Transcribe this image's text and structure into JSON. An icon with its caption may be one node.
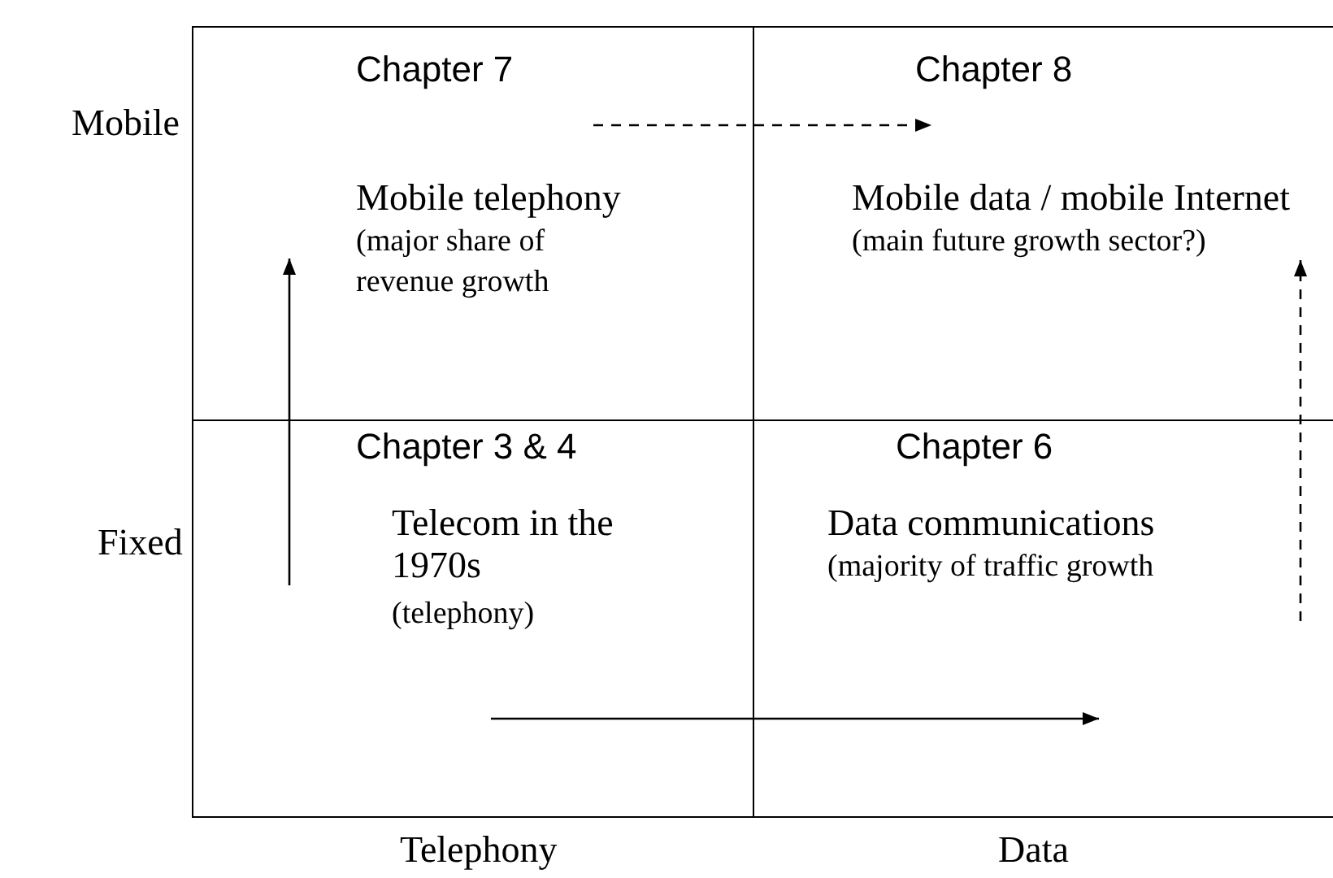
{
  "diagram": {
    "nodes": [
      {
        "text": [
          "Chapter 7",
          "Mobile telephony",
          "(major share of revenue growth"
        ]
      },
      {
        "text": [
          "Chapter 8",
          "Mobile data / mobile Internet",
          "(main future growth sector?)"
        ]
      },
      {
        "text": [
          "Chapter 3 & 4",
          "Telecom in the 1970s",
          "(telephony)"
        ]
      },
      {
        "text": [
          "Chapter 6",
          "Data communications",
          "(majority of traffic growth"
        ]
      }
    ],
    "edges": [
      {
        "from": 0,
        "to": 1,
        "arrow": "to",
        "style": "dashed"
      },
      {
        "from": 2,
        "to": 0,
        "arrow": "to"
      },
      {
        "from": 2,
        "to": 3,
        "arrow": "to"
      },
      {
        "from": 3,
        "to": 1,
        "arrow": "to",
        "style": "dashed"
      }
    ],
    "labels": [
      "Mobile",
      "Fixed",
      "Telephony",
      "Data"
    ]
  }
}
